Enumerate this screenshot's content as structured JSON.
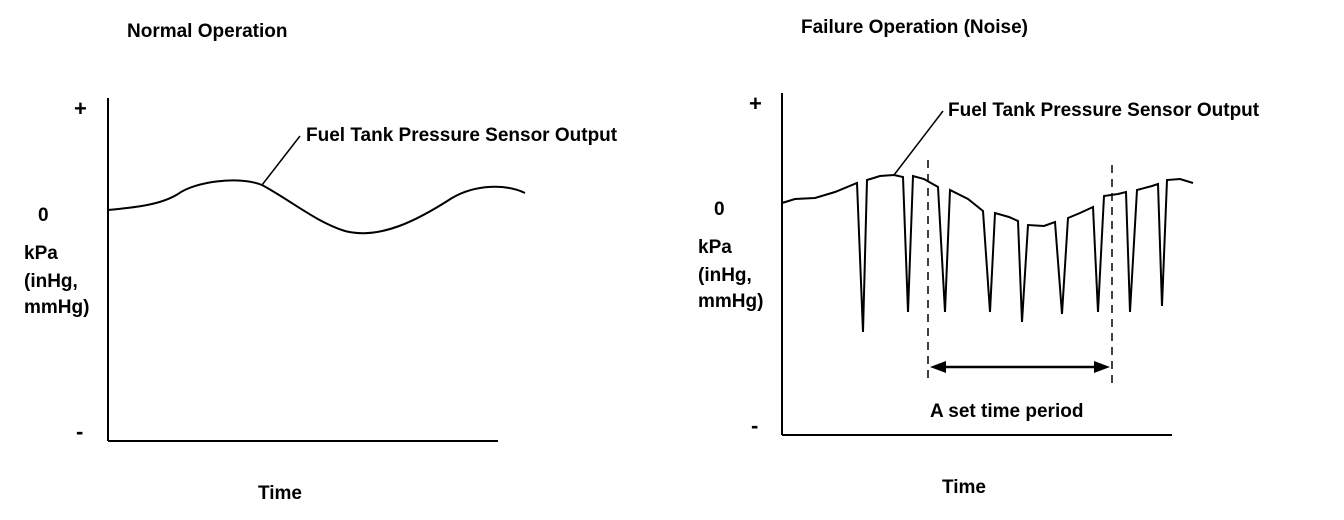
{
  "panels": [
    {
      "title": "Normal Operation",
      "signal_label": "Fuel Tank Pressure Sensor Output",
      "y_axis": {
        "plus": "+",
        "zero": "0",
        "minus": "-",
        "unit_lines": [
          "kPa",
          "(inHg,",
          "mmHg)"
        ]
      },
      "x_axis_label": "Time"
    },
    {
      "title": "Failure Operation (Noise)",
      "signal_label": "Fuel Tank Pressure Sensor Output",
      "y_axis": {
        "plus": "+",
        "zero": "0",
        "minus": "-",
        "unit_lines": [
          "kPa",
          "(inHg,",
          "mmHg)"
        ]
      },
      "x_axis_label": "Time",
      "period_label": "A set time period"
    }
  ]
}
